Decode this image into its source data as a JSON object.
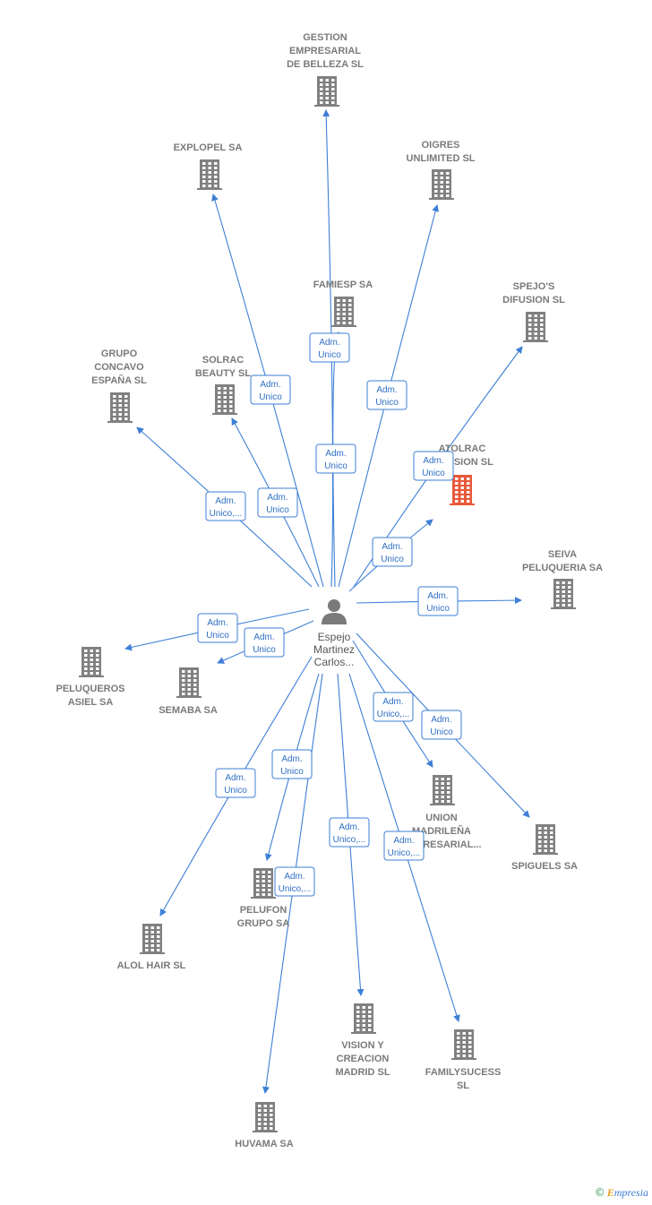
{
  "colors": {
    "edge": "#3d7fd6",
    "building": "#808080",
    "highlight": "#e8593a",
    "person": "#7a7a7a"
  },
  "person": {
    "lines": [
      "Espejo",
      "Martinez",
      "Carlos..."
    ],
    "icon": "person-icon"
  },
  "companies": [
    {
      "id": "gestion",
      "lines": [
        "GESTION",
        "EMPRESARIAL",
        "DE BELLEZA SL"
      ]
    },
    {
      "id": "explopel",
      "lines": [
        "EXPLOPEL SA"
      ]
    },
    {
      "id": "oigres",
      "lines": [
        "OIGRES",
        "UNLIMITED  SL"
      ]
    },
    {
      "id": "famiesp",
      "lines": [
        "FAMIESP SA"
      ]
    },
    {
      "id": "spejos",
      "lines": [
        "SPEJO'S",
        "DIFUSION  SL"
      ]
    },
    {
      "id": "grupo",
      "lines": [
        "GRUPO",
        "CONCAVO",
        "ESPAÑA  SL"
      ]
    },
    {
      "id": "solrac",
      "lines": [
        "SOLRAC",
        "BEAUTY  SL"
      ]
    },
    {
      "id": "atolrac",
      "lines": [
        "ATOLRAC",
        "DIFUSION  SL"
      ],
      "highlight": true
    },
    {
      "id": "seiva",
      "lines": [
        "SEIVA",
        "PELUQUERIA SA"
      ]
    },
    {
      "id": "peluqueros",
      "lines": [
        "PELUQUEROS",
        "ASIEL SA"
      ]
    },
    {
      "id": "semaba",
      "lines": [
        "SEMABA SA"
      ]
    },
    {
      "id": "union",
      "lines": [
        "UNION",
        "MADRILEÑA",
        "EMPRESARIAL..."
      ]
    },
    {
      "id": "spiguels",
      "lines": [
        "SPIGUELS SA"
      ]
    },
    {
      "id": "pelufon",
      "lines": [
        "PELUFON",
        "GRUPO SA"
      ]
    },
    {
      "id": "alol",
      "lines": [
        "ALOL HAIR  SL"
      ]
    },
    {
      "id": "vision",
      "lines": [
        "VISION Y",
        "CREACION",
        "MADRID  SL"
      ]
    },
    {
      "id": "familysucess",
      "lines": [
        "FAMILYSUCESS",
        "SL"
      ]
    },
    {
      "id": "huvama",
      "lines": [
        "HUVAMA SA"
      ]
    }
  ],
  "relations": [
    {
      "to": "gestion",
      "lines": [
        "Adm.",
        "Unico"
      ]
    },
    {
      "to": "explopel",
      "lines": [
        "Adm.",
        "Unico"
      ]
    },
    {
      "to": "oigres",
      "lines": [
        "Adm.",
        "Unico"
      ]
    },
    {
      "to": "famiesp",
      "lines": [
        "Adm.",
        "Unico"
      ]
    },
    {
      "to": "spejos",
      "lines": [
        "Adm.",
        "Unico"
      ]
    },
    {
      "to": "grupo",
      "lines": [
        "Adm.",
        "Unico,..."
      ]
    },
    {
      "to": "solrac",
      "lines": [
        "Adm.",
        "Unico"
      ]
    },
    {
      "to": "atolrac",
      "lines": [
        "Adm.",
        "Unico"
      ]
    },
    {
      "to": "seiva",
      "lines": [
        "Adm.",
        "Unico"
      ]
    },
    {
      "to": "peluqueros",
      "lines": [
        "Adm.",
        "Unico"
      ]
    },
    {
      "to": "semaba",
      "lines": [
        "Adm.",
        "Unico"
      ]
    },
    {
      "to": "union",
      "lines": [
        "Adm.",
        "Unico,..."
      ]
    },
    {
      "to": "spiguels",
      "lines": [
        "Adm.",
        "Unico"
      ]
    },
    {
      "to": "pelufon",
      "lines": [
        "Adm.",
        "Unico"
      ]
    },
    {
      "to": "alol",
      "lines": [
        "Adm.",
        "Unico"
      ]
    },
    {
      "to": "vision",
      "lines": [
        "Adm.",
        "Unico,..."
      ]
    },
    {
      "to": "familysucess",
      "lines": [
        "Adm.",
        "Unico,..."
      ]
    },
    {
      "to": "huvama",
      "lines": [
        "Adm.",
        "Unico,..."
      ]
    }
  ],
  "footer": {
    "copyright": "©",
    "brand_initial": "E",
    "brand_rest": "mpresia"
  }
}
